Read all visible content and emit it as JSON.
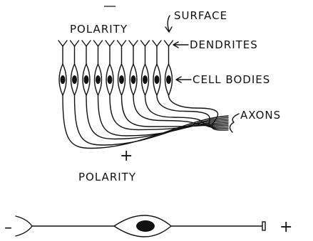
{
  "labels": {
    "top_polarity_sign": "—",
    "top_polarity": "POLARITY",
    "surface": "SURFACE",
    "dendrites": "DENDRITES",
    "cell_bodies": "CELL  BODIES",
    "axons": "AXONS",
    "bottom_polarity_sign": "+",
    "bottom_polarity": "POLARITY"
  },
  "single_neuron": {
    "left_sign": "–",
    "right_sign": "+"
  },
  "neuron_count": 10
}
